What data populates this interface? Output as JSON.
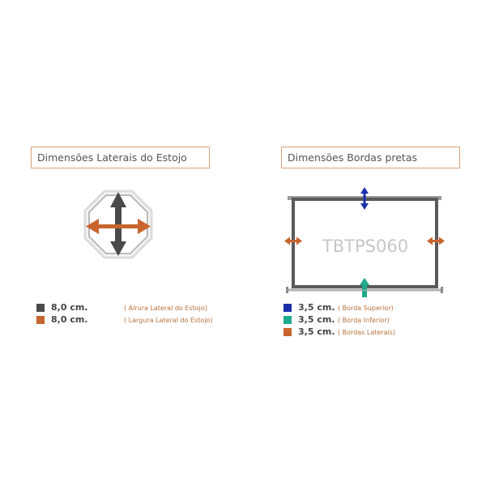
{
  "left_panel": {
    "title": "Dimensões Laterais do Estojo",
    "legend": [
      {
        "value": "8,0 cm.",
        "description": "( Alrura  Lateral do Estojo)",
        "color": "#4a4a4a"
      },
      {
        "value": "8,0 cm.",
        "description": "( Largura Lateral do Estojo)",
        "color": "#c8642d"
      }
    ],
    "icons": {
      "octagon": "octagon-case-icon",
      "vertical_arrow": "double-arrow-vertical-icon",
      "horizontal_arrow": "double-arrow-horizontal-icon"
    }
  },
  "right_panel": {
    "title": "Dimensões Bordas pretas",
    "screen_label": "TBTPS060",
    "legend": [
      {
        "value": "3,5 cm.",
        "description": "( Borda Superior)",
        "color": "#1b2fa8"
      },
      {
        "value": "3,5 cm.",
        "description": "( Borda Inferior)",
        "color": "#1fa98b"
      },
      {
        "value": "3,5 cm.",
        "description": "( Bordas Laterais)",
        "color": "#c8642d"
      }
    ]
  },
  "colors": {
    "title_border": "#d9a17a",
    "dark_arrow": "#4a4a4a",
    "orange_arrow": "#c8642d"
  }
}
